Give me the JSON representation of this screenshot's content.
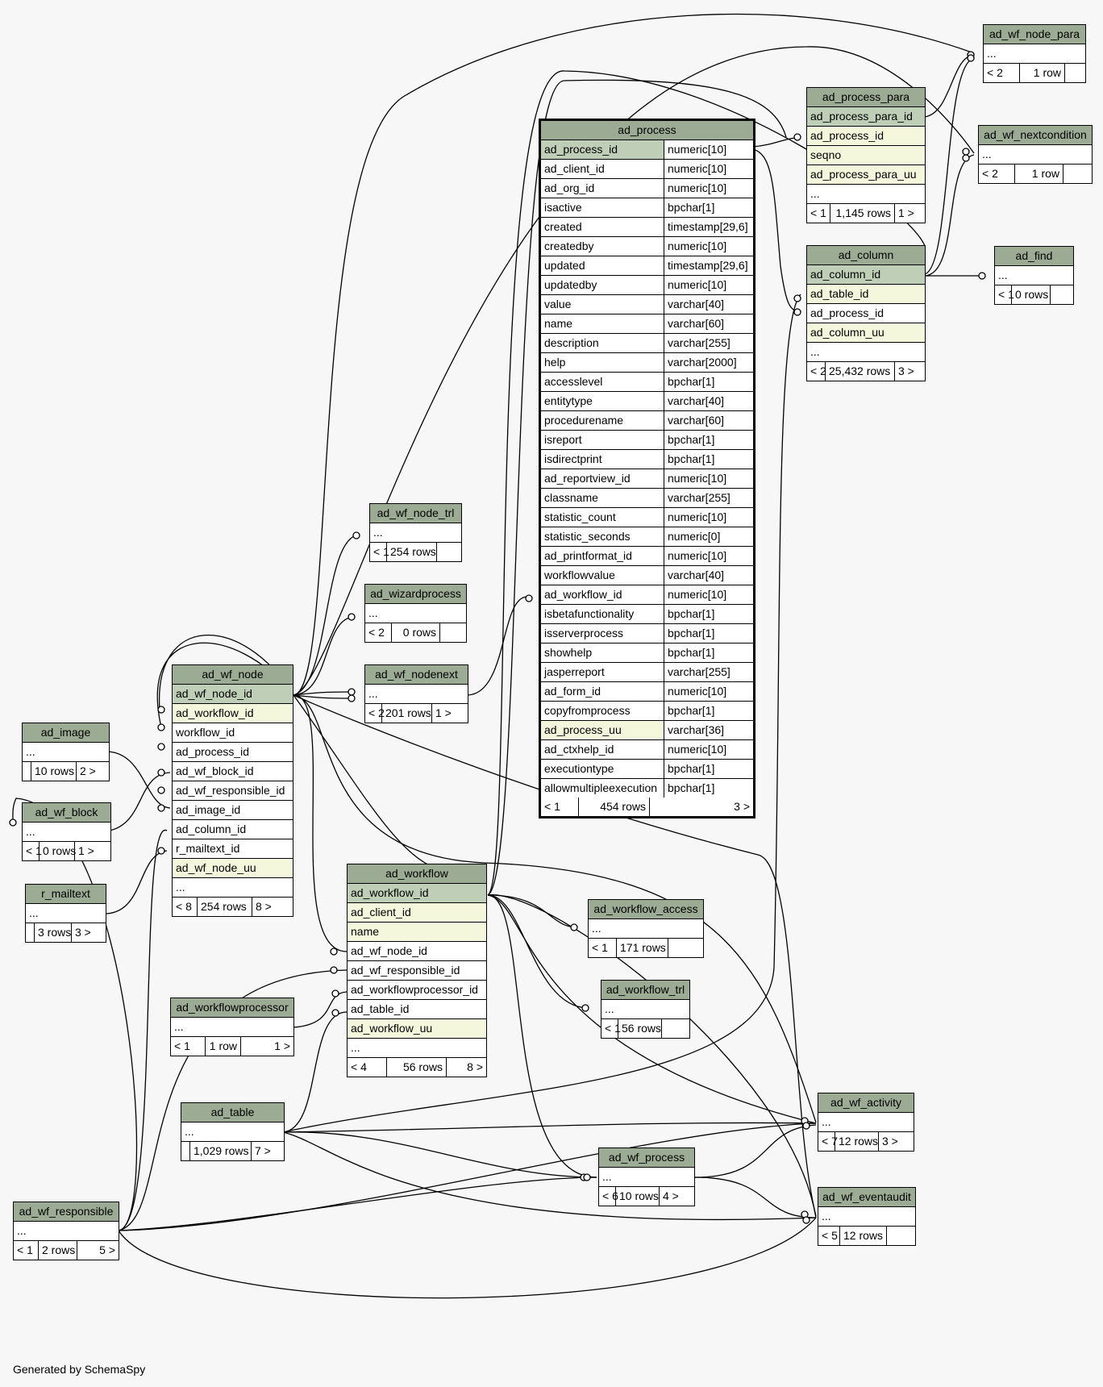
{
  "footer": "Generated by SchemaSpy",
  "tables": {
    "ad_wf_node_para": {
      "name": "ad_wf_node_para",
      "rows": [
        "..."
      ],
      "footer": [
        "< 2",
        "1 row",
        ""
      ]
    },
    "ad_wf_nextcondition": {
      "name": "ad_wf_nextcondition",
      "rows": [
        "..."
      ],
      "footer": [
        "< 2",
        "1 row",
        ""
      ]
    },
    "ad_find": {
      "name": "ad_find",
      "rows": [
        "..."
      ],
      "footer": [
        "< 1",
        "0 rows",
        ""
      ]
    },
    "ad_process_para": {
      "name": "ad_process_para",
      "rows": [
        "ad_process_para_id",
        "ad_process_id",
        "seqno",
        "ad_process_para_uu",
        "..."
      ],
      "footer": [
        "< 1",
        "1,145 rows",
        "1 >"
      ]
    },
    "ad_column": {
      "name": "ad_column",
      "rows": [
        "ad_column_id",
        "ad_table_id",
        "ad_process_id",
        "ad_column_uu",
        "..."
      ],
      "footer": [
        "< 2",
        "25,432 rows",
        "3 >"
      ]
    },
    "ad_wf_node_trl": {
      "name": "ad_wf_node_trl",
      "rows": [
        "..."
      ],
      "footer": [
        "< 1",
        "254 rows",
        ""
      ]
    },
    "ad_wizardprocess": {
      "name": "ad_wizardprocess",
      "rows": [
        "..."
      ],
      "footer": [
        "< 2",
        "0 rows",
        ""
      ]
    },
    "ad_wf_nodenext": {
      "name": "ad_wf_nodenext",
      "rows": [
        "..."
      ],
      "footer": [
        "< 2",
        "201 rows",
        "1 >"
      ]
    },
    "ad_wf_node": {
      "name": "ad_wf_node",
      "rows": [
        "ad_wf_node_id",
        "ad_workflow_id",
        "workflow_id",
        "ad_process_id",
        "ad_wf_block_id",
        "ad_wf_responsible_id",
        "ad_image_id",
        "ad_column_id",
        "r_mailtext_id",
        "ad_wf_node_uu",
        "..."
      ],
      "footer": [
        "< 8",
        "254 rows",
        "8 >"
      ]
    },
    "ad_image": {
      "name": "ad_image",
      "rows": [
        "..."
      ],
      "footer": [
        "",
        "10 rows",
        "2 >"
      ]
    },
    "ad_wf_block": {
      "name": "ad_wf_block",
      "rows": [
        "..."
      ],
      "footer": [
        "< 1",
        "0 rows",
        "1 >"
      ]
    },
    "r_mailtext": {
      "name": "r_mailtext",
      "rows": [
        "..."
      ],
      "footer": [
        "",
        "3 rows",
        "3 >"
      ]
    },
    "ad_workflow": {
      "name": "ad_workflow",
      "rows": [
        "ad_workflow_id",
        "ad_client_id",
        "name",
        "ad_wf_node_id",
        "ad_wf_responsible_id",
        "ad_workflowprocessor_id",
        "ad_table_id",
        "ad_workflow_uu",
        "..."
      ],
      "footer": [
        "< 4",
        "56 rows",
        "8 >"
      ]
    },
    "ad_workflow_access": {
      "name": "ad_workflow_access",
      "rows": [
        "..."
      ],
      "footer": [
        "< 1",
        "171 rows",
        ""
      ]
    },
    "ad_workflow_trl": {
      "name": "ad_workflow_trl",
      "rows": [
        "..."
      ],
      "footer": [
        "< 1",
        "56 rows",
        ""
      ]
    },
    "ad_workflowprocessor": {
      "name": "ad_workflowprocessor",
      "rows": [
        "..."
      ],
      "footer": [
        "< 1",
        "1 row",
        "1 >"
      ]
    },
    "ad_table": {
      "name": "ad_table",
      "rows": [
        "..."
      ],
      "footer": [
        "",
        "1,029 rows",
        "7 >"
      ]
    },
    "ad_wf_process": {
      "name": "ad_wf_process",
      "rows": [
        "..."
      ],
      "footer": [
        "< 6",
        "10 rows",
        "4 >"
      ]
    },
    "ad_wf_activity": {
      "name": "ad_wf_activity",
      "rows": [
        "..."
      ],
      "footer": [
        "< 7",
        "12 rows",
        "3 >"
      ]
    },
    "ad_wf_eventaudit": {
      "name": "ad_wf_eventaudit",
      "rows": [
        "..."
      ],
      "footer": [
        "< 5",
        "12 rows",
        ""
      ]
    },
    "ad_wf_responsible": {
      "name": "ad_wf_responsible",
      "rows": [
        "..."
      ],
      "footer": [
        "< 1",
        "2 rows",
        "5 >"
      ]
    }
  },
  "ad_process": {
    "name": "ad_process",
    "columns": [
      [
        "ad_process_id",
        "numeric[10]"
      ],
      [
        "ad_client_id",
        "numeric[10]"
      ],
      [
        "ad_org_id",
        "numeric[10]"
      ],
      [
        "isactive",
        "bpchar[1]"
      ],
      [
        "created",
        "timestamp[29,6]"
      ],
      [
        "createdby",
        "numeric[10]"
      ],
      [
        "updated",
        "timestamp[29,6]"
      ],
      [
        "updatedby",
        "numeric[10]"
      ],
      [
        "value",
        "varchar[40]"
      ],
      [
        "name",
        "varchar[60]"
      ],
      [
        "description",
        "varchar[255]"
      ],
      [
        "help",
        "varchar[2000]"
      ],
      [
        "accesslevel",
        "bpchar[1]"
      ],
      [
        "entitytype",
        "varchar[40]"
      ],
      [
        "procedurename",
        "varchar[60]"
      ],
      [
        "isreport",
        "bpchar[1]"
      ],
      [
        "isdirectprint",
        "bpchar[1]"
      ],
      [
        "ad_reportview_id",
        "numeric[10]"
      ],
      [
        "classname",
        "varchar[255]"
      ],
      [
        "statistic_count",
        "numeric[10]"
      ],
      [
        "statistic_seconds",
        "numeric[0]"
      ],
      [
        "ad_printformat_id",
        "numeric[10]"
      ],
      [
        "workflowvalue",
        "varchar[40]"
      ],
      [
        "ad_workflow_id",
        "numeric[10]"
      ],
      [
        "isbetafunctionality",
        "bpchar[1]"
      ],
      [
        "isserverprocess",
        "bpchar[1]"
      ],
      [
        "showhelp",
        "bpchar[1]"
      ],
      [
        "jasperreport",
        "varchar[255]"
      ],
      [
        "ad_form_id",
        "numeric[10]"
      ],
      [
        "copyfromprocess",
        "bpchar[1]"
      ],
      [
        "ad_process_uu",
        "varchar[36]"
      ],
      [
        "ad_ctxhelp_id",
        "numeric[10]"
      ],
      [
        "executiontype",
        "bpchar[1]"
      ],
      [
        "allowmultipleexecution",
        "bpchar[1]"
      ]
    ],
    "footer": [
      "< 1",
      "454 rows",
      "3 >"
    ]
  }
}
